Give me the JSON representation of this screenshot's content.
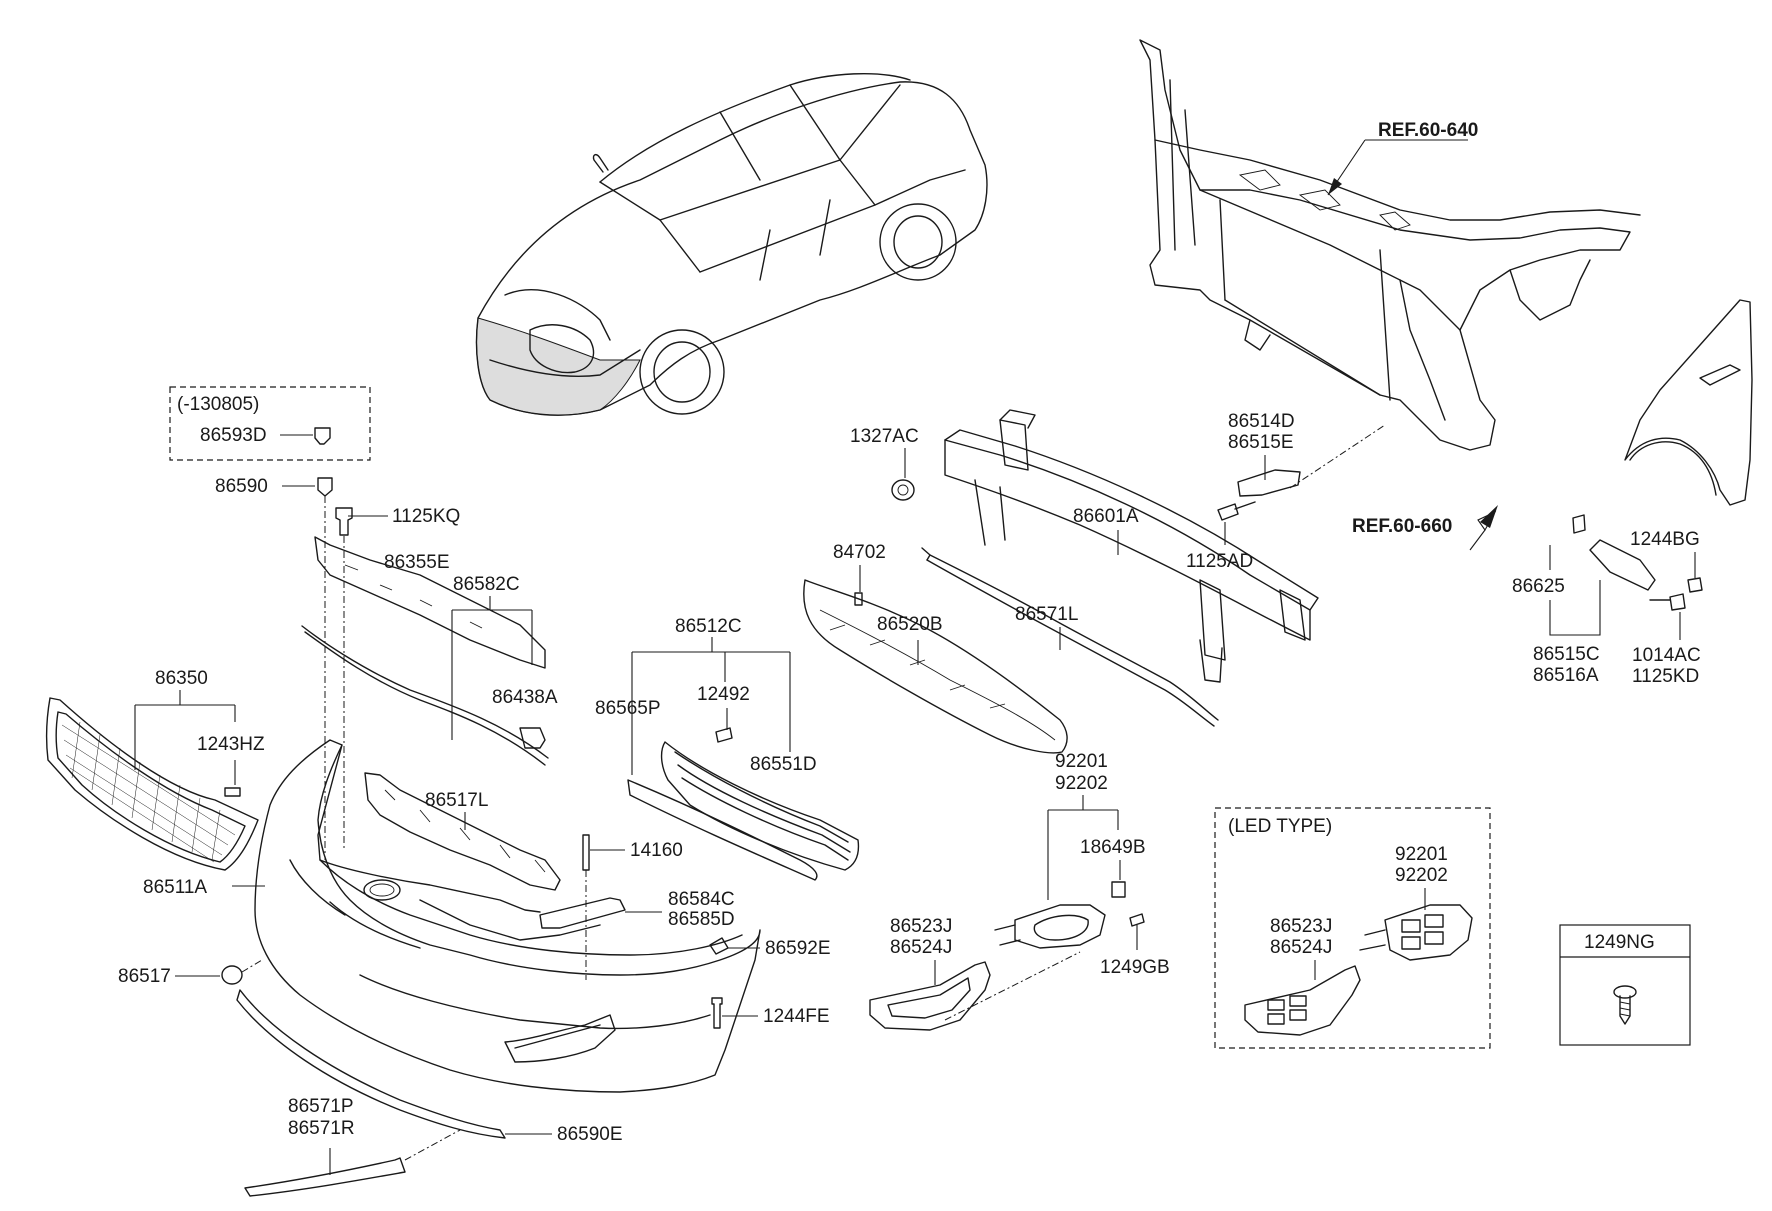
{
  "refs": {
    "r1": "REF.60-640",
    "r2": "REF.60-660"
  },
  "notes": {
    "date_range": "(-130805)",
    "led_type": "(LED TYPE)"
  },
  "parts": {
    "p86593D": "86593D",
    "p86590": "86590",
    "p1125KQ": "1125KQ",
    "p86355E": "86355E",
    "p86582C": "86582C",
    "p86438A": "86438A",
    "p86350": "86350",
    "p1243HZ": "1243HZ",
    "p86517L": "86517L",
    "p14160": "14160",
    "p86511A": "86511A",
    "p86584C": "86584C",
    "p86585D": "86585D",
    "p86592E": "86592E",
    "p86517": "86517",
    "p1244FE": "1244FE",
    "p86571P": "86571P",
    "p86571R": "86571R",
    "p86590E": "86590E",
    "p86512C": "86512C",
    "p12492": "12492",
    "p86565P": "86565P",
    "p86551D": "86551D",
    "p84702": "84702",
    "p86520B": "86520B",
    "p1327AC": "1327AC",
    "p86601A": "86601A",
    "p86571L": "86571L",
    "p86514D": "86514D",
    "p86515E": "86515E",
    "p1125AD": "1125AD",
    "p92201a": "92201",
    "p92202a": "92202",
    "p18649B": "18649B",
    "p86523Ja": "86523J",
    "p86524Ja": "86524J",
    "p1249GB": "1249GB",
    "p92201b": "92201",
    "p92202b": "92202",
    "p86523Jb": "86523J",
    "p86524Jb": "86524J",
    "p1249NG": "1249NG",
    "p1244BG": "1244BG",
    "p86625": "86625",
    "p86515C": "86515C",
    "p86516A": "86516A",
    "p1014AC": "1014AC",
    "p1125KD": "1125KD"
  },
  "colors": {
    "line": "#1a1a1a",
    "background": "#ffffff"
  }
}
